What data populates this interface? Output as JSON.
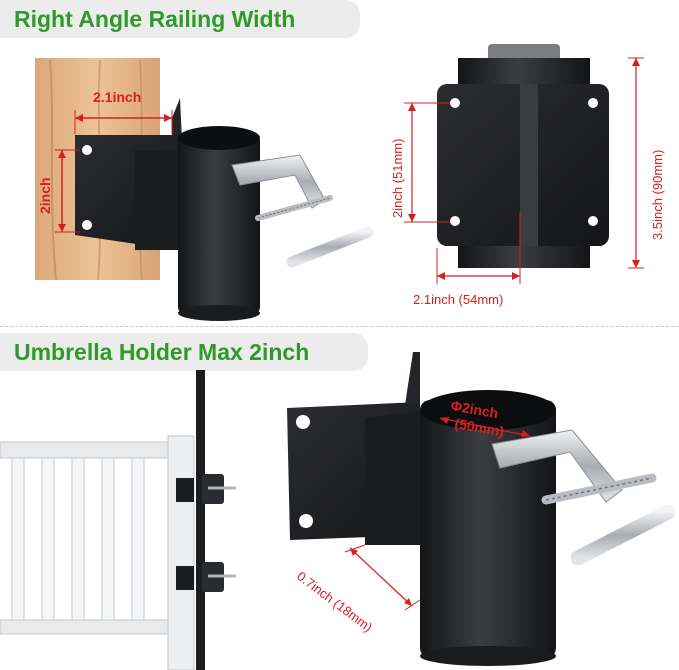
{
  "banners": {
    "top": "Right Angle Railing Width",
    "bottom": "Umbrella Holder Max 2inch"
  },
  "dimensions": {
    "railing_width": "2.1inch",
    "railing_height": "2inch",
    "plate_height": "2inch (51mm)",
    "total_height": "3.5inch (90mm)",
    "plate_width": "2.1inch (54mm)",
    "diameter_line1": "Φ2inch",
    "diameter_line2": "(50mm)",
    "depth": "0.7inch (18mm)"
  },
  "colors": {
    "accent_green": "#2f9a2a",
    "dimension_red": "#d62020",
    "metal_black": "#1e1f21",
    "wood": "#e6b98a"
  }
}
